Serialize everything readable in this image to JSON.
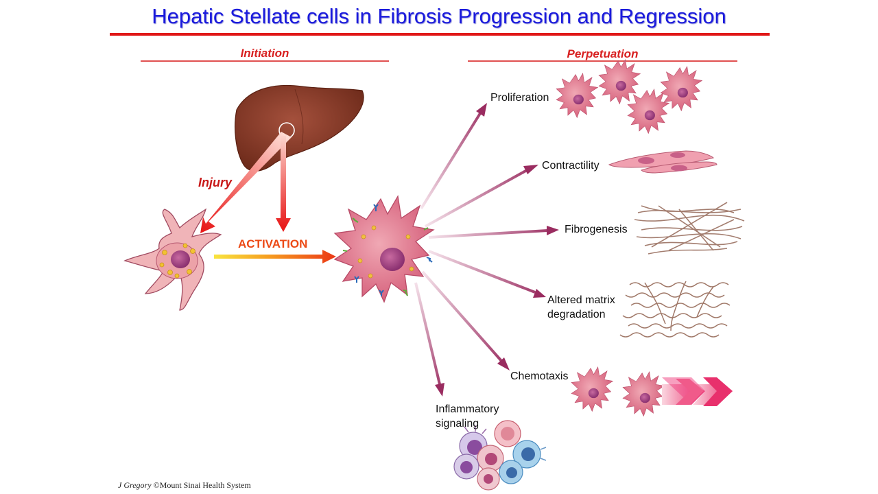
{
  "title": "Hepatic Stellate cells in Fibrosis Progression and Regression",
  "sections": {
    "initiation": "Initiation",
    "perpetuation": "Perpetuation"
  },
  "labels": {
    "injury": "Injury",
    "activation": "ACTIVATION",
    "proliferation": "Proliferation",
    "contractility": "Contractility",
    "fibrogenesis": "Fibrogenesis",
    "altered_matrix_line1": "Altered matrix",
    "altered_matrix_line2": "degradation",
    "chemotaxis": "Chemotaxis",
    "inflammatory_line1": "Inflammatory",
    "inflammatory_line2": "signaling"
  },
  "credit": {
    "author": "J Gregory",
    "rest": " ©Mount Sinai Health System"
  },
  "colors": {
    "title": "#1a1adc",
    "title_rule": "#e01818",
    "section_header": "#d82020",
    "injury": "#c81818",
    "activation": "#ec4a16",
    "liver": "#8b3a2a",
    "cell": "#e07a90",
    "arrow": "#a03868"
  }
}
